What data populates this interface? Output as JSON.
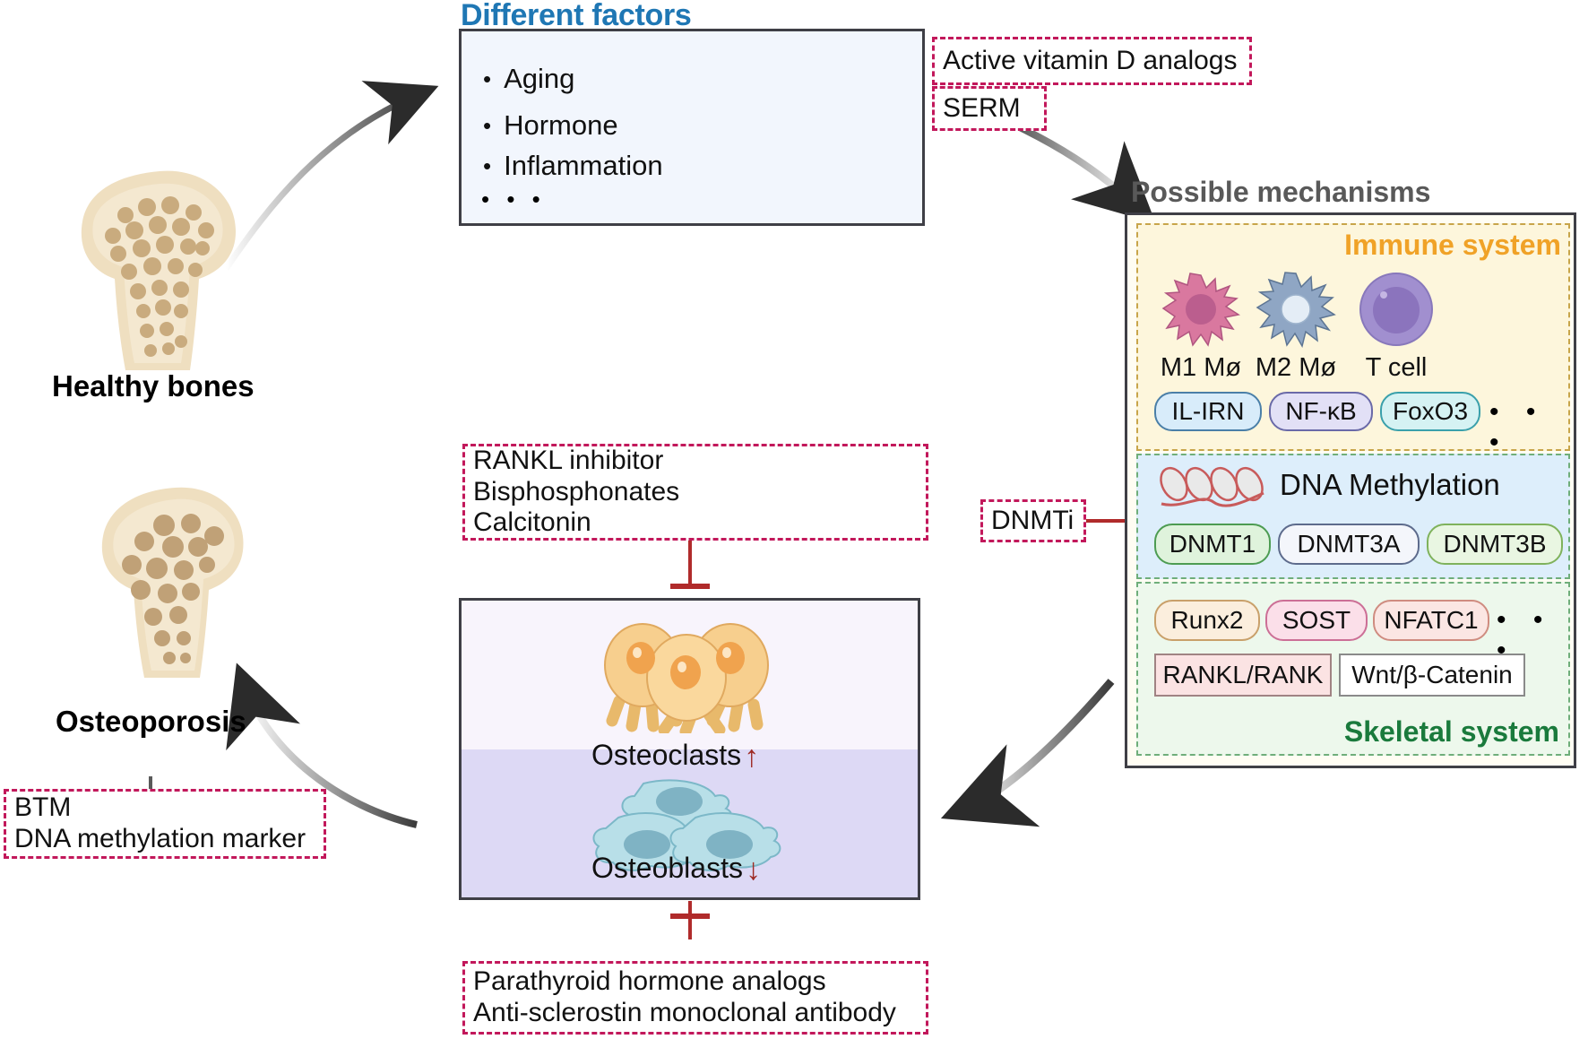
{
  "left": {
    "healthy_label": "Healthy bones",
    "osteoporosis_label": "Osteoporosis",
    "marker_box": {
      "line1": "BTM",
      "line2": "DNA methylation marker"
    }
  },
  "factors": {
    "title": "Different factors",
    "items": [
      "Aging",
      "Hormone",
      "Inflammation"
    ],
    "ellipsis": "• • •",
    "bullet": "•"
  },
  "drugs": {
    "vitamin_d": "Active vitamin D analogs",
    "serm": "SERM",
    "dnmti": "DNMTi",
    "osteoclast_inhibitors": {
      "line1": "RANKL inhibitor",
      "line2": "Bisphosphonates",
      "line3": "Calcitonin"
    },
    "osteoblast_agents": {
      "line1": "Parathyroid hormone analogs",
      "line2": "Anti-sclerostin monoclonal antibody"
    }
  },
  "mechanisms": {
    "title": "Possible mechanisms",
    "immune": {
      "label": "Immune system",
      "cells": [
        {
          "name": "M1 Mø",
          "color": "#d9789f"
        },
        {
          "name": "M2 Mø",
          "color": "#8fa6c4"
        },
        {
          "name": "T cell",
          "color": "#9b85c9"
        }
      ],
      "pills": [
        {
          "label": "IL-IRN",
          "fill": "#d8ecfa",
          "stroke": "#4a7fa8"
        },
        {
          "label": "NF-κB",
          "fill": "#e2e0f6",
          "stroke": "#6a6aa8"
        },
        {
          "label": "FoxO3",
          "fill": "#d5f2f3",
          "stroke": "#3aa0ab"
        }
      ],
      "ellipsis": "• • •"
    },
    "dna": {
      "label": "DNA Methylation",
      "pills": [
        {
          "label": "DNMT1",
          "fill": "#dff3dc",
          "stroke": "#4d9c52"
        },
        {
          "label": "DNMT3A",
          "fill": "#f4f6fb",
          "stroke": "#5d6b8c"
        },
        {
          "label": "DNMT3B",
          "fill": "#e9f6e2",
          "stroke": "#7fb25c"
        }
      ]
    },
    "skeletal": {
      "label": "Skeletal system",
      "pills": [
        {
          "label": "Runx2",
          "fill": "#fbeedd",
          "stroke": "#c9a06a"
        },
        {
          "label": "SOST",
          "fill": "#fbdfe9",
          "stroke": "#cc6f96"
        },
        {
          "label": "NFATC1",
          "fill": "#fbe6e3",
          "stroke": "#cf8c80"
        }
      ],
      "ellipsis": "• • •",
      "tags": [
        {
          "label": "RANKL/RANK",
          "fill": "#fbe3e3",
          "stroke": "#a08383"
        },
        {
          "label": "Wnt/β-Catenin",
          "fill": "#ffffff",
          "stroke": "#8a8a8a"
        }
      ]
    }
  },
  "cells_panel": {
    "osteoclasts": "Osteoclasts",
    "osteoclast_trend": "↑",
    "osteoblasts": "Osteoblasts",
    "osteoblast_trend": "↓"
  },
  "colors": {
    "accent_blue": "#1f77b4",
    "accent_orange": "#f0a227",
    "accent_green": "#1a7a3c",
    "dashed_pink": "#c2185b",
    "inhibit_red": "#b02b2b",
    "arrow_dark": "#2b2b2b"
  }
}
